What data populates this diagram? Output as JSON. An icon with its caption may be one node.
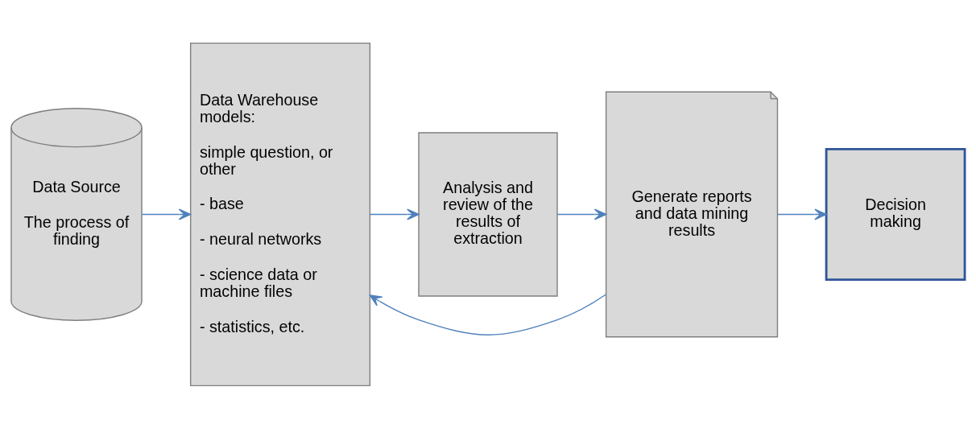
{
  "diagram": {
    "nodes": [
      {
        "text": [
          "Data Source",
          "The process of finding"
        ]
      },
      {
        "text": [
          "Data Warehouse models:",
          "simple question, or other",
          "- base",
          "- neural networks",
          "- science data or machine files",
          "- statistics, etc."
        ]
      },
      {
        "text": [
          "Analysis and review of the results of extraction"
        ]
      },
      {
        "text": [
          "Generate reports and data mining results"
        ]
      },
      {
        "text": [
          "Decision making"
        ]
      }
    ],
    "edges": [
      {
        "from": 0,
        "to": 1,
        "arrow": "to"
      },
      {
        "from": 1,
        "to": 2,
        "arrow": "to"
      },
      {
        "from": 2,
        "to": 3,
        "arrow": "to"
      },
      {
        "from": 3,
        "to": 4,
        "arrow": "to"
      },
      {
        "from": 3,
        "to": 1,
        "arrow": "to"
      }
    ]
  }
}
